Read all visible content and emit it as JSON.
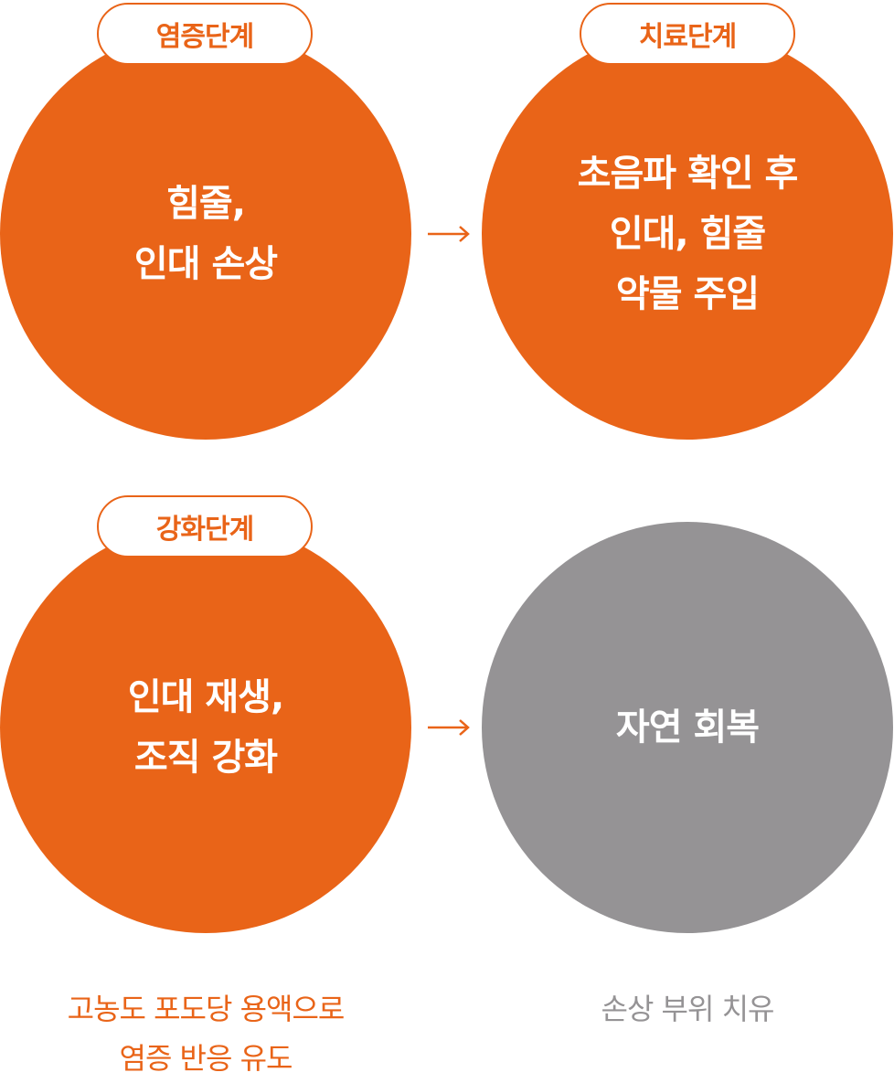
{
  "colors": {
    "accent": "#e96418",
    "muted": "#959395",
    "text_on_circle": "#ffffff"
  },
  "stages": [
    {
      "tag": "염증단계",
      "text": "힘줄,\n인대 손상"
    },
    {
      "tag": "치료단계",
      "text": "초음파 확인 후\n인대, 힘줄\n약물 주입"
    },
    {
      "tag": "강화단계",
      "text": "인대 재생,\n조직 강화"
    },
    {
      "text": "자연 회복"
    }
  ],
  "arrows": [
    "→",
    "→"
  ],
  "captions": [
    "고농도 포도당 용액으로\n염증 반응 유도",
    "손상 부위 치유"
  ]
}
